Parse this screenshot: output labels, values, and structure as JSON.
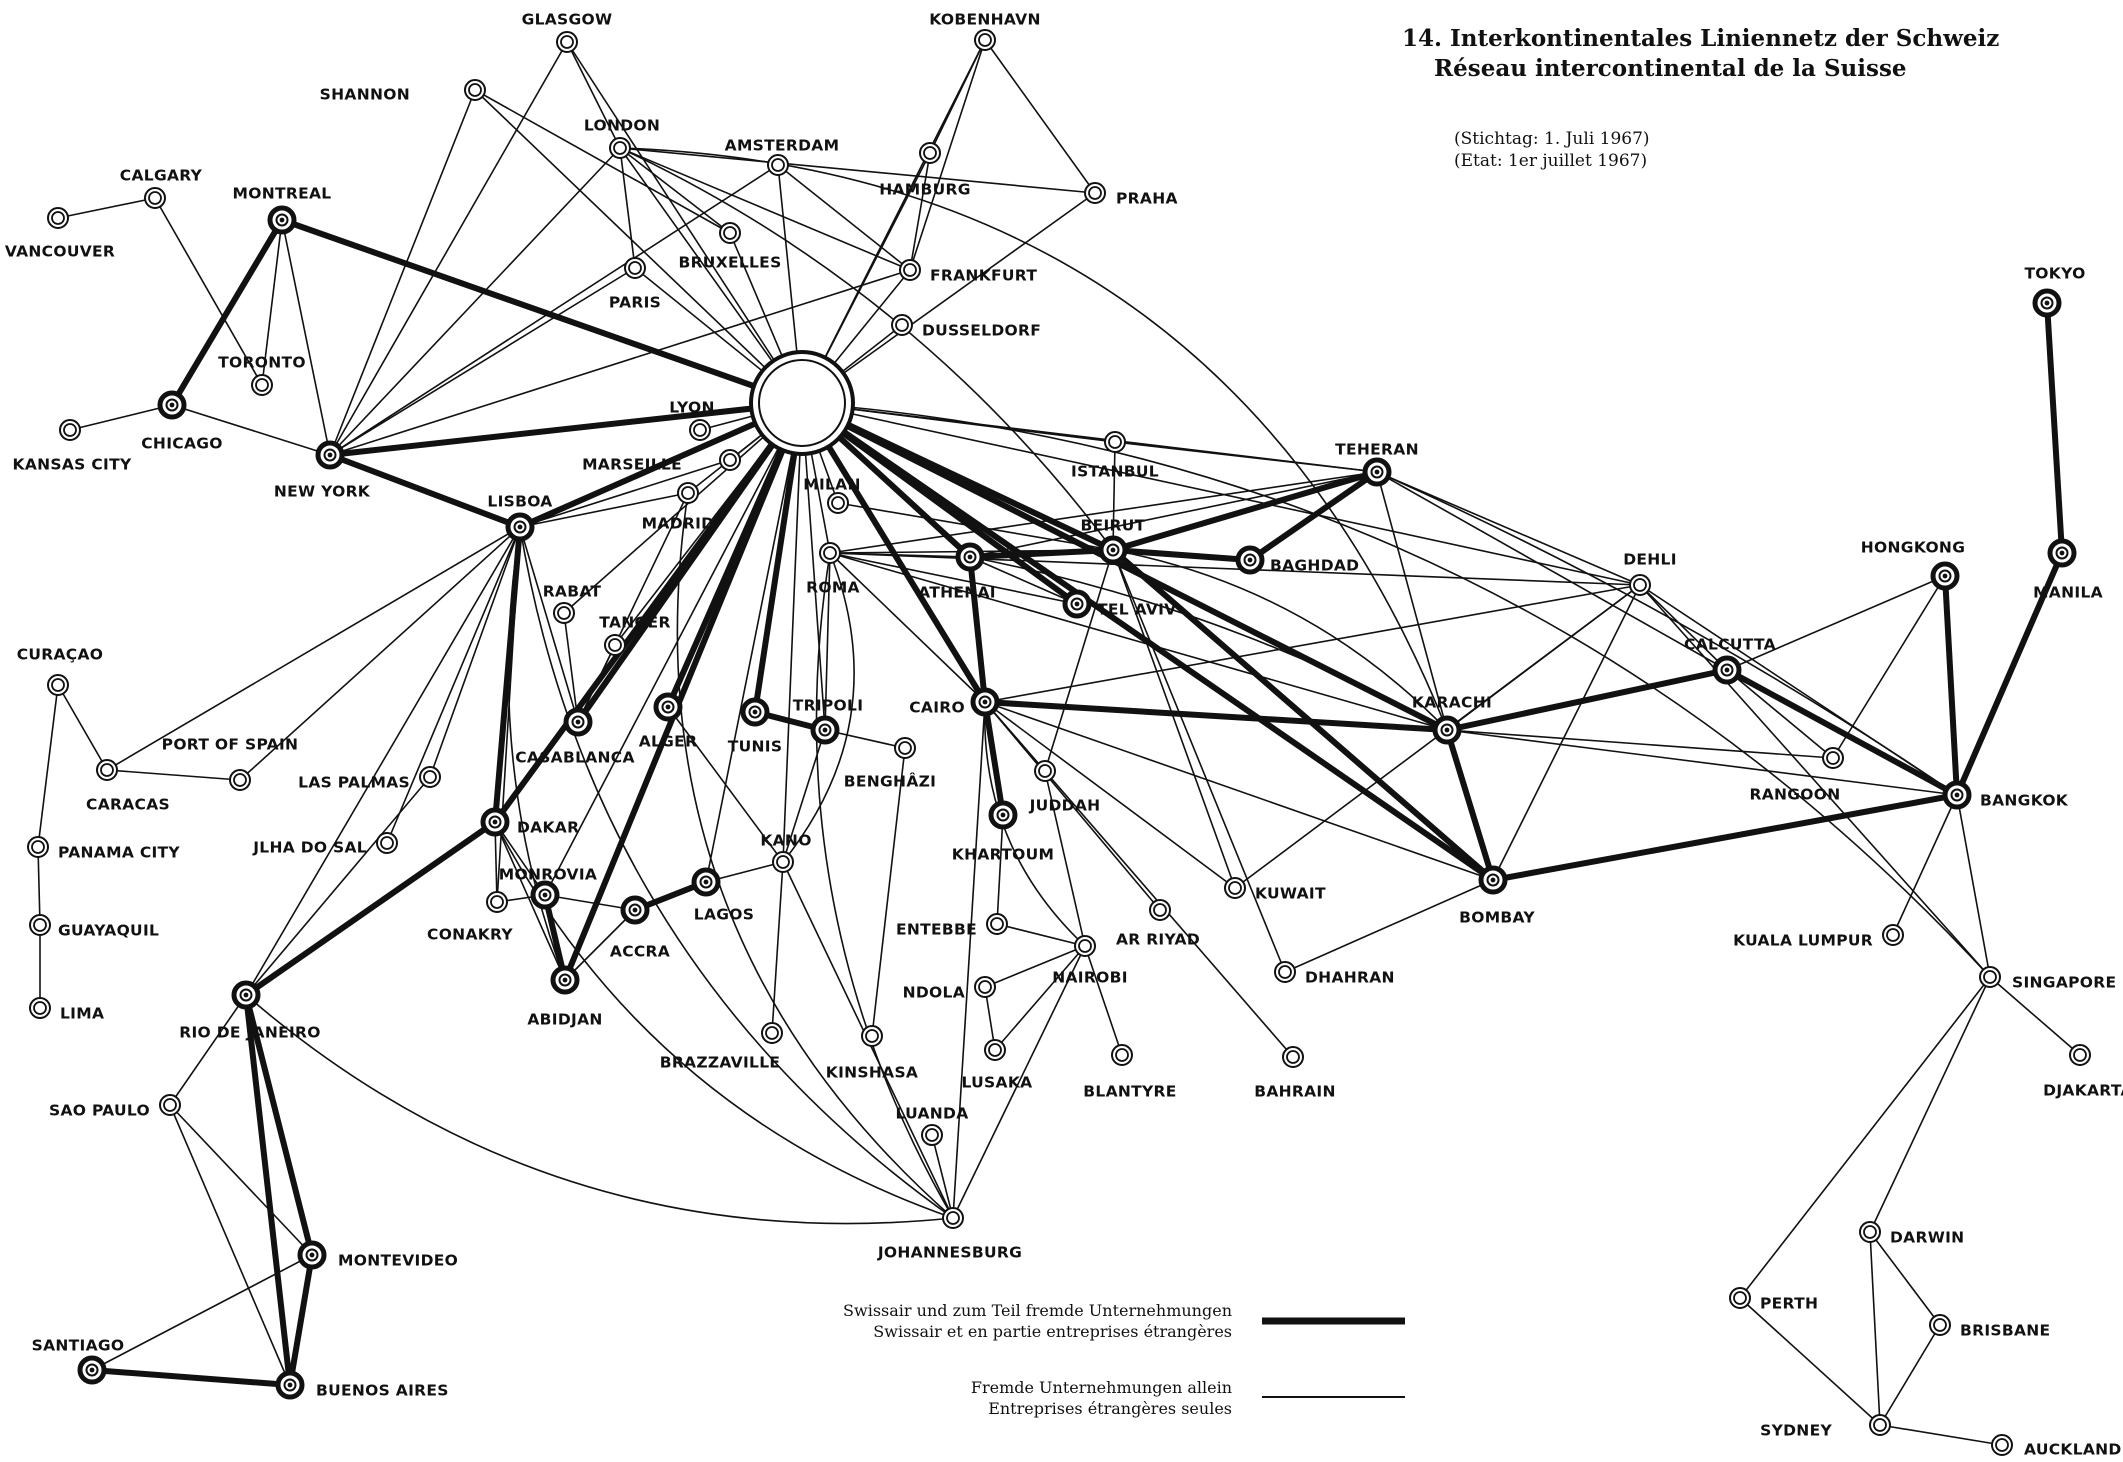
{
  "title": {
    "line1": "14. Interkontinentales Liniennetz der Schweiz",
    "line2": "Réseau intercontinental de la Suisse"
  },
  "subtitle": {
    "line1": "(Stichtag: 1. Juli 1967)",
    "line2": "(Etat: 1er juillet 1967)"
  },
  "legend": {
    "thick": {
      "line1": "Swissair und zum Teil fremde Unternehmungen",
      "line2": "Swissair et en partie entreprises étrangères"
    },
    "thin": {
      "line1": "Fremde Unternehmungen allein",
      "line2": "Entreprises étrangères seules"
    }
  },
  "cities": [
    {
      "id": "glasgow",
      "name": "GLASGOW"
    },
    {
      "id": "kobenhavn",
      "name": "KOBENHAVN"
    },
    {
      "id": "shannon",
      "name": "SHANNON"
    },
    {
      "id": "london",
      "name": "LONDON"
    },
    {
      "id": "amsterdam",
      "name": "AMSTERDAM"
    },
    {
      "id": "hamburg",
      "name": "HAMBURG"
    },
    {
      "id": "praha",
      "name": "PRAHA"
    },
    {
      "id": "calgary",
      "name": "CALGARY"
    },
    {
      "id": "montreal",
      "name": "MONTREAL"
    },
    {
      "id": "vancouver",
      "name": "VANCOUVER"
    },
    {
      "id": "bruxelles",
      "name": "BRUXELLES"
    },
    {
      "id": "paris",
      "name": "PARIS"
    },
    {
      "id": "frankfurt",
      "name": "FRANKFURT"
    },
    {
      "id": "dusseldorf",
      "name": "DUSSELDORF"
    },
    {
      "id": "toronto",
      "name": "TORONTO"
    },
    {
      "id": "chicago",
      "name": "CHICAGO"
    },
    {
      "id": "kansas",
      "name": "KANSAS CITY"
    },
    {
      "id": "newyork",
      "name": "NEW YORK"
    },
    {
      "id": "lyon",
      "name": "LYON"
    },
    {
      "id": "marseille",
      "name": "MARSEILLE"
    },
    {
      "id": "madrid",
      "name": "MADRID"
    },
    {
      "id": "lisboa",
      "name": "LISBOA"
    },
    {
      "id": "milan",
      "name": "MILAN"
    },
    {
      "id": "roma",
      "name": "ROMA"
    },
    {
      "id": "istanbul",
      "name": "ISTANBUL"
    },
    {
      "id": "teheran",
      "name": "TEHERAN"
    },
    {
      "id": "beirut",
      "name": "BEIRUT"
    },
    {
      "id": "baghdad",
      "name": "BAGHDAD"
    },
    {
      "id": "athenai",
      "name": "ATHENAI"
    },
    {
      "id": "telaviv",
      "name": "TEL AVIV"
    },
    {
      "id": "rabat",
      "name": "RABAT"
    },
    {
      "id": "tanger",
      "name": "TANGER"
    },
    {
      "id": "casablanca",
      "name": "CASABLANCA"
    },
    {
      "id": "alger",
      "name": "ALGER"
    },
    {
      "id": "tunis",
      "name": "TUNIS"
    },
    {
      "id": "tripoli",
      "name": "TRIPOLI"
    },
    {
      "id": "benghazi",
      "name": "BENGHÂZI"
    },
    {
      "id": "cairo",
      "name": "CAIRO"
    },
    {
      "id": "dehli",
      "name": "DEHLI"
    },
    {
      "id": "karachi",
      "name": "KARACHI"
    },
    {
      "id": "calcutta",
      "name": "CALCUTTA"
    },
    {
      "id": "hongkong",
      "name": "HONGKONG"
    },
    {
      "id": "tokyo",
      "name": "TOKYO"
    },
    {
      "id": "manila",
      "name": "MANILA"
    },
    {
      "id": "curacao",
      "name": "CURAÇAO"
    },
    {
      "id": "portofspain",
      "name": "PORT OF SPAIN"
    },
    {
      "id": "caracas",
      "name": "CARACAS"
    },
    {
      "id": "laspalmas",
      "name": "LAS PALMAS"
    },
    {
      "id": "dakar",
      "name": "DAKAR"
    },
    {
      "id": "ilhadosal",
      "name": "JLHA DO SAL"
    },
    {
      "id": "panama",
      "name": "PANAMA CITY"
    },
    {
      "id": "guayaquil",
      "name": "GUAYAQUIL"
    },
    {
      "id": "lima",
      "name": "LIMA"
    },
    {
      "id": "monrovia",
      "name": "MONROVIA"
    },
    {
      "id": "conakry",
      "name": "CONAKRY"
    },
    {
      "id": "abidjan",
      "name": "ABIDJAN"
    },
    {
      "id": "accra",
      "name": "ACCRA"
    },
    {
      "id": "lagos",
      "name": "LAGOS"
    },
    {
      "id": "kano",
      "name": "KANO"
    },
    {
      "id": "khartoum",
      "name": "KHARTOUM"
    },
    {
      "id": "juddah",
      "name": "JUDDAH"
    },
    {
      "id": "kuwait",
      "name": "KUWAIT"
    },
    {
      "id": "bombay",
      "name": "BOMBAY"
    },
    {
      "id": "rangoon",
      "name": "RANGOON"
    },
    {
      "id": "bangkok",
      "name": "BANGKOK"
    },
    {
      "id": "riyad",
      "name": "AR RIYAD"
    },
    {
      "id": "dhahran",
      "name": "DHAHRAN"
    },
    {
      "id": "bahrain",
      "name": "BAHRAIN"
    },
    {
      "id": "entebbe",
      "name": "ENTEBBE"
    },
    {
      "id": "nairobi",
      "name": "NAIROBI"
    },
    {
      "id": "ndola",
      "name": "NDOLA"
    },
    {
      "id": "lusaka",
      "name": "LUSAKA"
    },
    {
      "id": "blantyre",
      "name": "BLANTYRE"
    },
    {
      "id": "brazzaville",
      "name": "BRAZZAVILLE"
    },
    {
      "id": "kinshasa",
      "name": "KINSHASA"
    },
    {
      "id": "luanda",
      "name": "LUANDA"
    },
    {
      "id": "johannesburg",
      "name": "JOHANNESBURG"
    },
    {
      "id": "kualalumpur",
      "name": "KUALA LUMPUR"
    },
    {
      "id": "singapore",
      "name": "SINGAPORE"
    },
    {
      "id": "djakarta",
      "name": "DJAKARTA"
    },
    {
      "id": "rio",
      "name": "RIO DE JANEIRO"
    },
    {
      "id": "saopaulo",
      "name": "SAO PAULO"
    },
    {
      "id": "montevideo",
      "name": "MONTEVIDEO"
    },
    {
      "id": "santiago",
      "name": "SANTIAGO"
    },
    {
      "id": "buenosaires",
      "name": "BUENOS AIRES"
    },
    {
      "id": "darwin",
      "name": "DARWIN"
    },
    {
      "id": "perth",
      "name": "PERTH"
    },
    {
      "id": "brisbane",
      "name": "BRISBANE"
    },
    {
      "id": "sydney",
      "name": "SYDNEY"
    },
    {
      "id": "auckland",
      "name": "AUCKLAND"
    }
  ]
}
